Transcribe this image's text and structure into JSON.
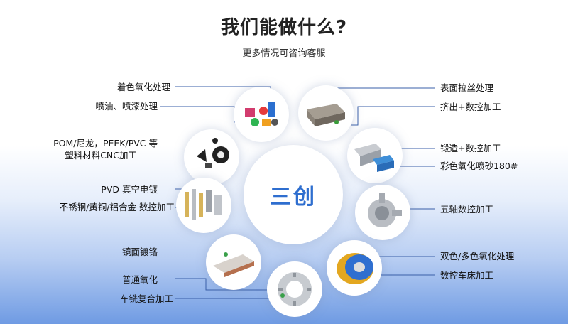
{
  "header": {
    "title": "我们能做什么?",
    "subtitle": "更多情况可咨询客服"
  },
  "center_label": "三创",
  "left_labels": {
    "l1": "着色氧化处理",
    "l2": "喷油、喷漆处理",
    "l3a": "POM/尼龙，PEEK/PVC 等",
    "l3b": "塑料材料CNC加工",
    "l4": "PVD 真空电镀",
    "l5": "不锈钢/黄铜/铝合金 数控加工",
    "l6": "镜面镀铬",
    "l7": "普通氧化",
    "l8": "车铣复合加工"
  },
  "right_labels": {
    "r1": "表面拉丝处理",
    "r2": "挤出+数控加工",
    "r3": "锻造+数控加工",
    "r4": "彩色氧化喷砂180#",
    "r5": "五轴数控加工",
    "r6": "双色/多色氧化处理",
    "r7": "数控车床加工"
  }
}
